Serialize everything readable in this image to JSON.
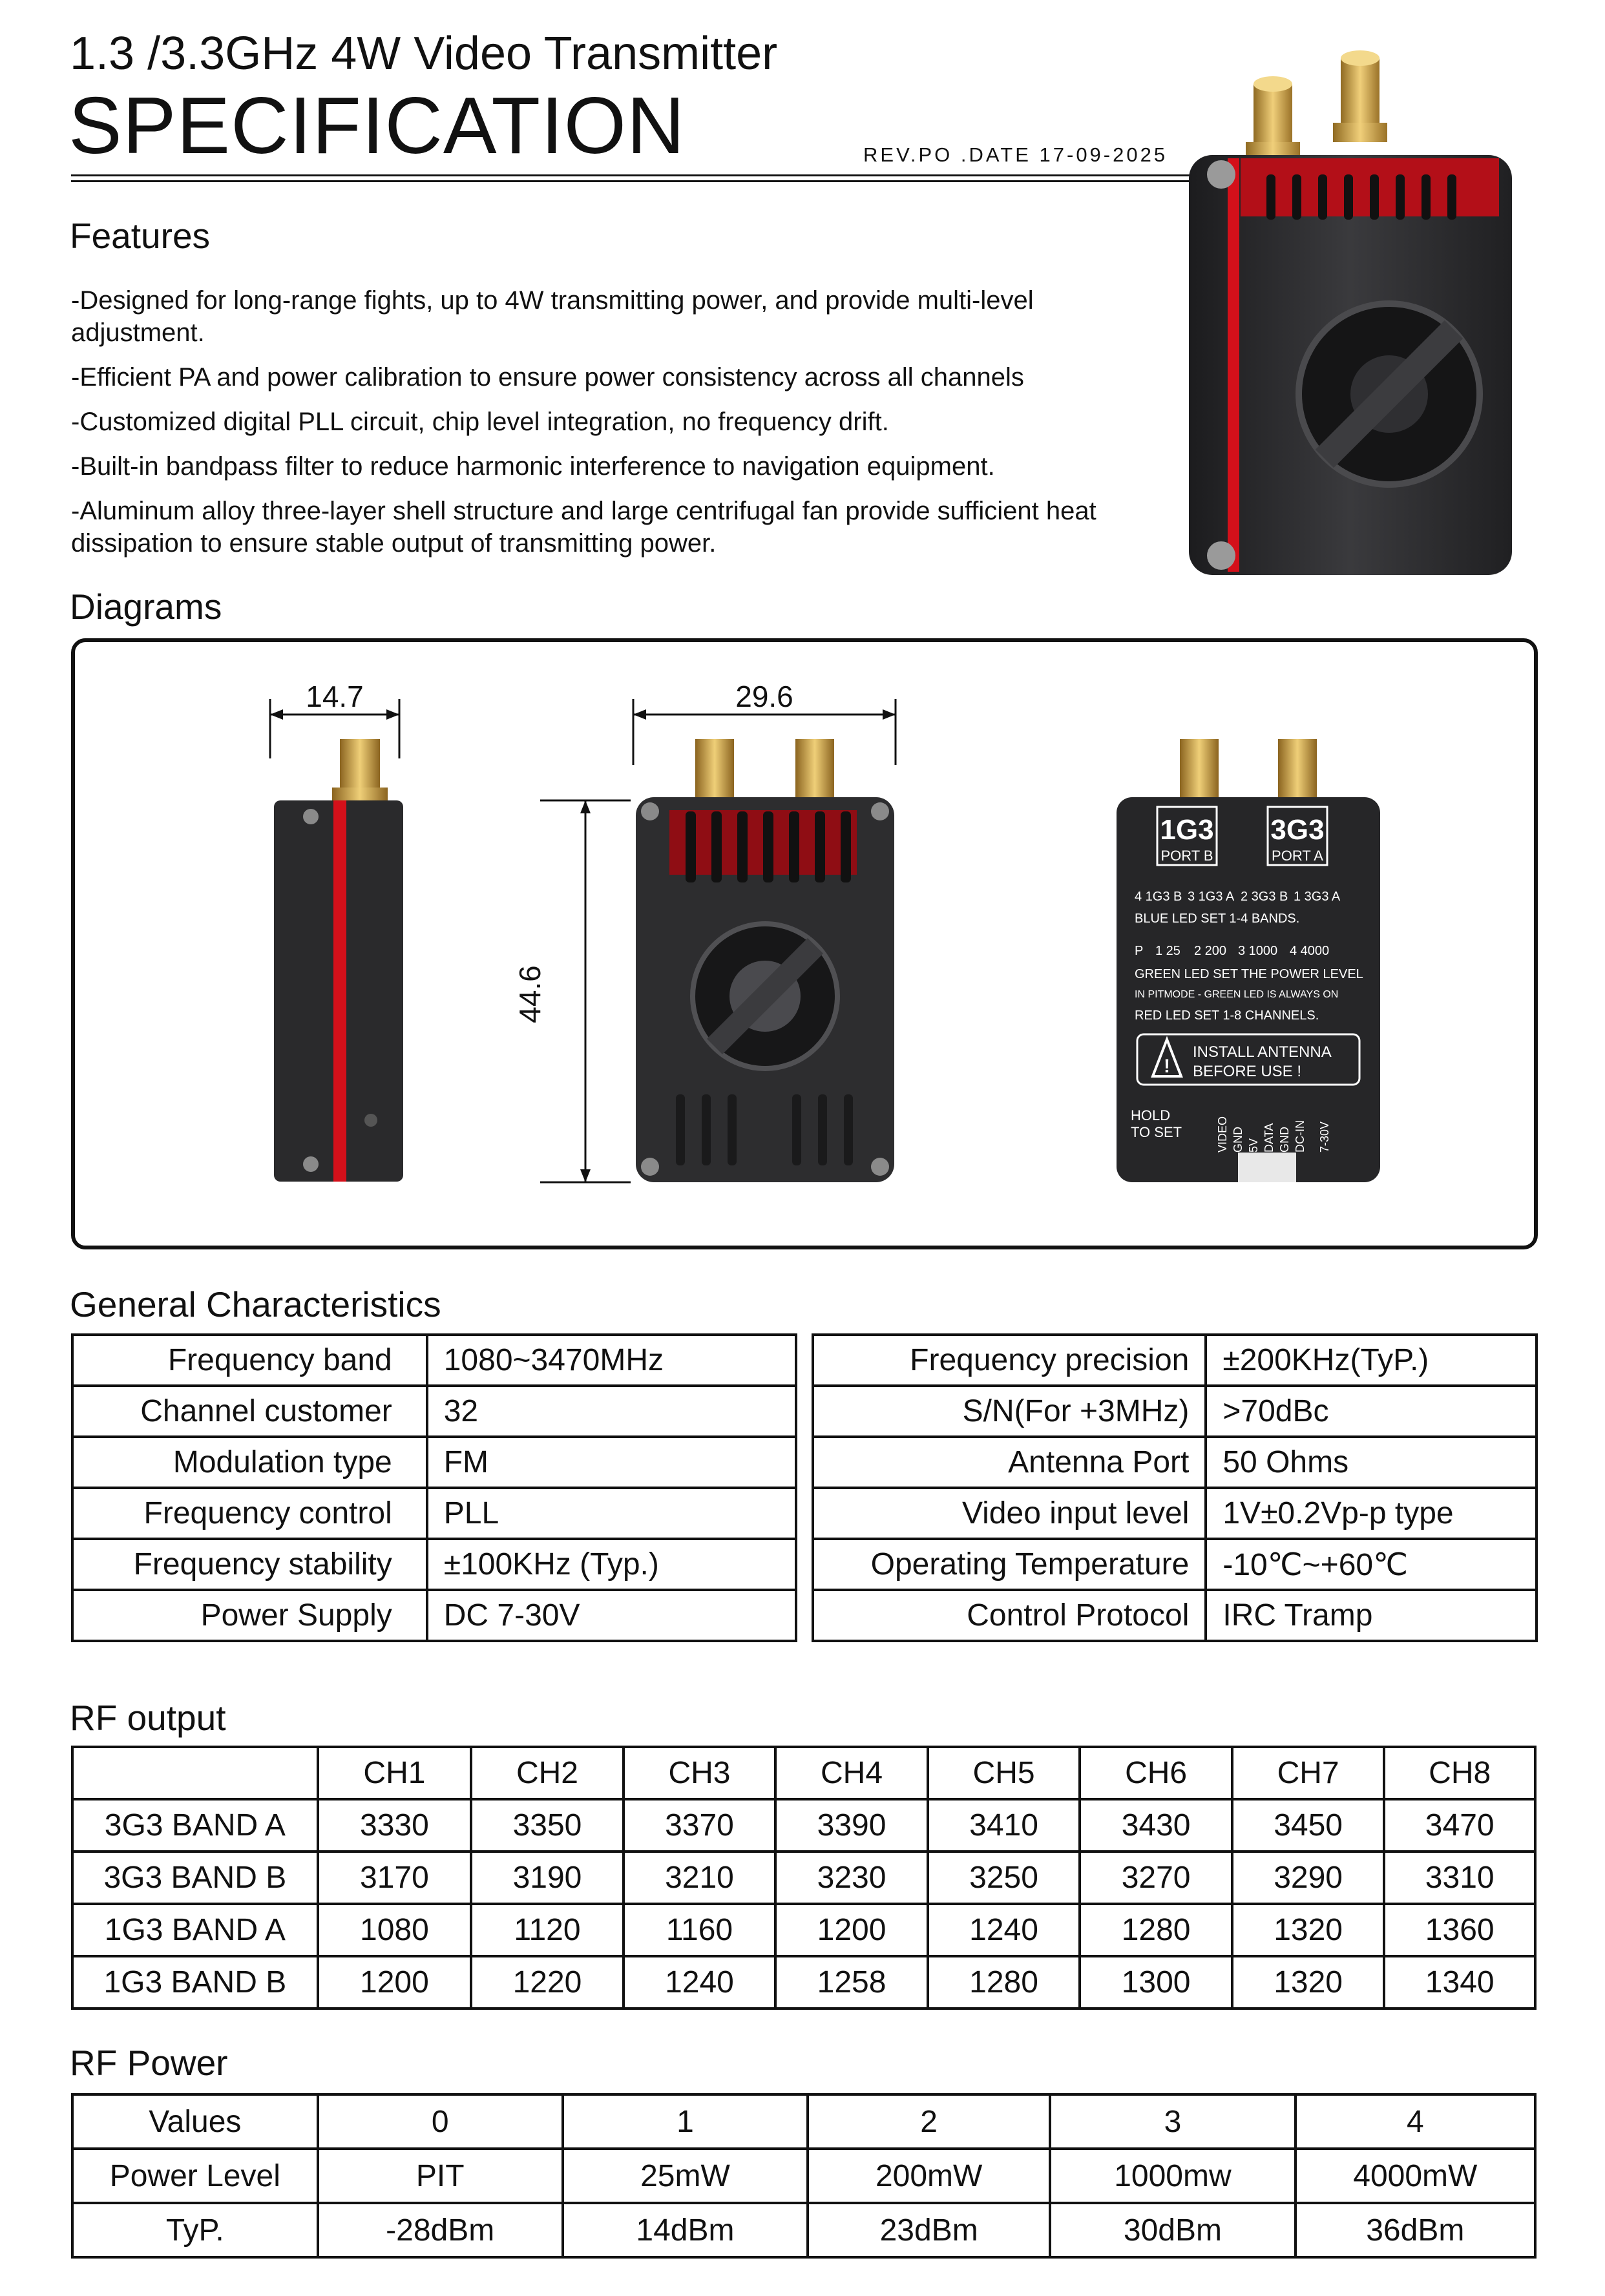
{
  "header": {
    "subtitle": "1.3 /3.3GHz 4W Video Transmitter",
    "title": "SPECIFICATION",
    "revision": "REV.PO .DATE 17-09-2025"
  },
  "features": {
    "heading": "Features",
    "items": [
      "-Designed for long-range fights, up to 4W transmitting power, and provide multi-level adjustment.",
      "-Efficient PA and power calibration to ensure power consistency across all channels",
      "-Customized digital PLL circuit, chip level integration, no frequency drift.",
      "-Built-in bandpass filter to reduce harmonic interference to navigation equipment.",
      "-Aluminum alloy three-layer shell structure and large centrifugal fan provide sufficient heat dissipation to ensure stable output of transmitting power."
    ]
  },
  "diagrams": {
    "heading": "Diagrams",
    "side_width": "14.7",
    "front_width": "29.6",
    "front_height": "44.6",
    "label_panel": {
      "port_b_band": "1G3",
      "port_b": "PORT B",
      "port_a_band": "3G3",
      "port_a": "PORT A",
      "bands_row": [
        "4 1G3 B",
        "3 1G3 A",
        "2 3G3 B",
        "1 3G3 A"
      ],
      "blue_led": "BLUE LED SET 1-4 BANDS.",
      "power_row": [
        "P",
        "1 25",
        "2 200",
        "3 1000",
        "4 4000"
      ],
      "green_led": "GREEN LED SET THE POWER LEVEL",
      "pitmode": "IN PITMODE - GREEN LED IS ALWAYS ON",
      "red_led": "RED LED SET 1-8 CHANNELS.",
      "warning_line1": "INSTALL ANTENNA",
      "warning_line2": "BEFORE USE !",
      "hold_line1": "HOLD",
      "hold_line2": "TO SET",
      "pins": [
        "VIDEO",
        "GND",
        "5V",
        "DATA",
        "GND",
        "DC-IN"
      ],
      "voltage": "7-30V"
    }
  },
  "general": {
    "heading": "General Characteristics",
    "left": [
      {
        "label": "Frequency band",
        "value": "1080~3470MHz"
      },
      {
        "label": "Channel customer",
        "value": "32"
      },
      {
        "label": "Modulation type",
        "value": "FM"
      },
      {
        "label": "Frequency control",
        "value": "PLL"
      },
      {
        "label": "Frequency stability",
        "value": "±100KHz (Typ.)"
      },
      {
        "label": "Power Supply",
        "value": "DC 7-30V"
      }
    ],
    "right": [
      {
        "label": "Frequency precision",
        "value": "±200KHz(TyP.)"
      },
      {
        "label": "S/N(For +3MHz)",
        "value": ">70dBc"
      },
      {
        "label": "Antenna Port",
        "value": "50 Ohms"
      },
      {
        "label": "Video input level",
        "value": "1V±0.2Vp-p type"
      },
      {
        "label": "Operating Temperature",
        "value": "-10℃~+60℃"
      },
      {
        "label": "Control Protocol",
        "value": "IRC Tramp"
      }
    ]
  },
  "rf_output": {
    "heading": "RF output",
    "columns": [
      "",
      "CH1",
      "CH2",
      "CH3",
      "CH4",
      "CH5",
      "CH6",
      "CH7",
      "CH8"
    ],
    "rows": [
      [
        "3G3 BAND A",
        "3330",
        "3350",
        "3370",
        "3390",
        "3410",
        "3430",
        "3450",
        "3470"
      ],
      [
        "3G3 BAND B",
        "3170",
        "3190",
        "3210",
        "3230",
        "3250",
        "3270",
        "3290",
        "3310"
      ],
      [
        "1G3 BAND A",
        "1080",
        "1120",
        "1160",
        "1200",
        "1240",
        "1280",
        "1320",
        "1360"
      ],
      [
        "1G3 BAND B",
        "1200",
        "1220",
        "1240",
        "1258",
        "1280",
        "1300",
        "1320",
        "1340"
      ]
    ]
  },
  "rf_power": {
    "heading": "RF Power",
    "rows": [
      [
        "Values",
        "0",
        "1",
        "2",
        "3",
        "4"
      ],
      [
        "Power Level",
        "PIT",
        "25mW",
        "200mW",
        "1000mw",
        "4000mW"
      ],
      [
        "TyP.",
        "-28dBm",
        "14dBm",
        "23dBm",
        "30dBm",
        "36dBm"
      ]
    ]
  },
  "colors": {
    "device_body": "#2b2b2d",
    "accent_red": "#d4101a",
    "gold": "#c9a24a",
    "ink": "#111111"
  }
}
